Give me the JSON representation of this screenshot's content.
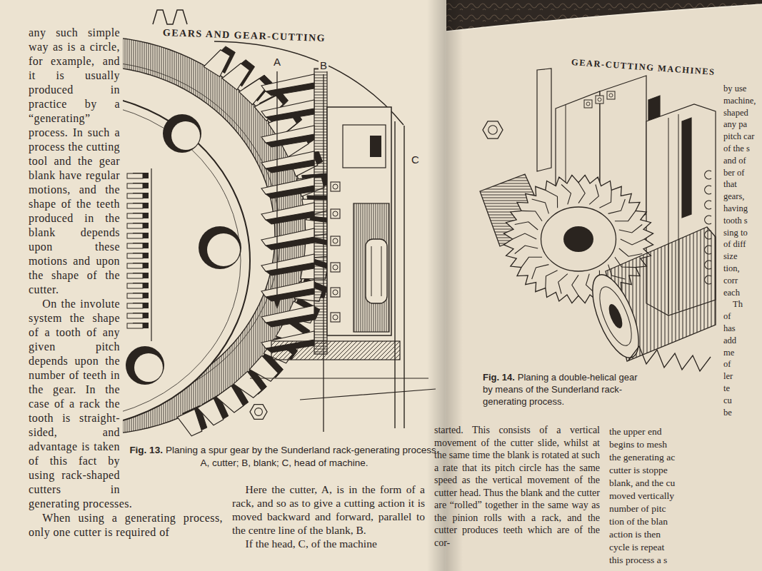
{
  "diagram": {
    "labels": [
      "GEARS AND GEAR-CUTTING",
      "GEAR-CUTTING MACHINES",
      "any such simple way as is a circle, for example, and it is usually produced in practice by a “generating” process. In such a process the cutting tool and the gear blank have regular motions, and the shape of the teeth produced in the blank depends upon these motions and upon the shape of the cutter.",
      "On the involute system the shape of a tooth of any given pitch depends upon the number of teeth in the gear. In the case of a rack the tooth is straight-sided, and advantage is taken of this fact by using rack-shaped cutters in generating processes.",
      "When using a generating process, only one cutter is required of",
      "A",
      "B",
      "C",
      "Fig. 13.",
      "Planing a spur gear by the Sunderland rack-generating process. A, cutter; B, blank; C, head of machine.",
      "Here the cutter, A, is in the form of a rack, and so as to give a cutting action it is moved backward and forward, parallel to the centre line of the blank, B.",
      "If the head, C, of the machine",
      "Fig. 14.",
      "Planing a double-helical gear by means of the Sunderland rack-generating process.",
      "started. This consists of a vertical movement of the cutter slide, whilst at the same time the blank is rotated at such a rate that its pitch circle has the same speed as the vertical movement of the cutter head. Thus the blank and the cutter are “rolled” together in the same way as the pinion rolls with a rack, and the cutter produces teeth which are of the cor-",
      "by use",
      "machine,",
      "shaped",
      "any pa",
      "pitch car",
      "of the s",
      "and of",
      "ber of",
      "that",
      "gears,",
      "having",
      "tooth s",
      "sing to",
      "of diff",
      "size",
      "tion,",
      "corr",
      "each",
      "Th",
      "of",
      "has",
      "add",
      "me",
      "of",
      "ler",
      "te",
      "cu",
      "be",
      "the upper end",
      "begins to mesh",
      "the generating ac",
      "cutter is stoppe",
      "blank, and the cu",
      "moved vertically",
      "number of pitc",
      "tion of the blan",
      "action is then",
      "cycle is repeat",
      "this process a s"
    ]
  }
}
